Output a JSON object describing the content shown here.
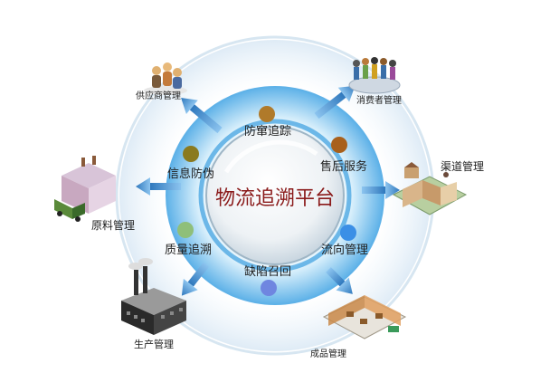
{
  "center": {
    "title": "物流追溯平台"
  },
  "inner_ring": {
    "items": [
      {
        "label": "防窜追踪",
        "dot_color": "#b07a2a"
      },
      {
        "label": "售后服务",
        "dot_color": "#a8601c"
      },
      {
        "label": "流向管理",
        "dot_color": "#3b8fe6"
      },
      {
        "label": "缺陷召回",
        "dot_color": "#6f86e0"
      },
      {
        "label": "质量追溯",
        "dot_color": "#8fbf7a"
      },
      {
        "label": "信息防伪",
        "dot_color": "#8a7a20"
      }
    ]
  },
  "outer_nodes": {
    "items": [
      {
        "label": "供应商管理",
        "icon": "people-group-icon"
      },
      {
        "label": "消费者管理",
        "icon": "consumers-icon"
      },
      {
        "label": "渠道管理",
        "icon": "store-building-icon"
      },
      {
        "label": "成品管理",
        "icon": "warehouse-icon"
      },
      {
        "label": "生产管理",
        "icon": "factory-icon"
      },
      {
        "label": "原料管理",
        "icon": "raw-material-warehouse-icon"
      }
    ]
  },
  "colors": {
    "ring_blue": "#5fb2e8",
    "ring_light": "#bfe3f7",
    "arrow_blue": "#3f86c6",
    "center_fill": "#f4f6f8"
  }
}
